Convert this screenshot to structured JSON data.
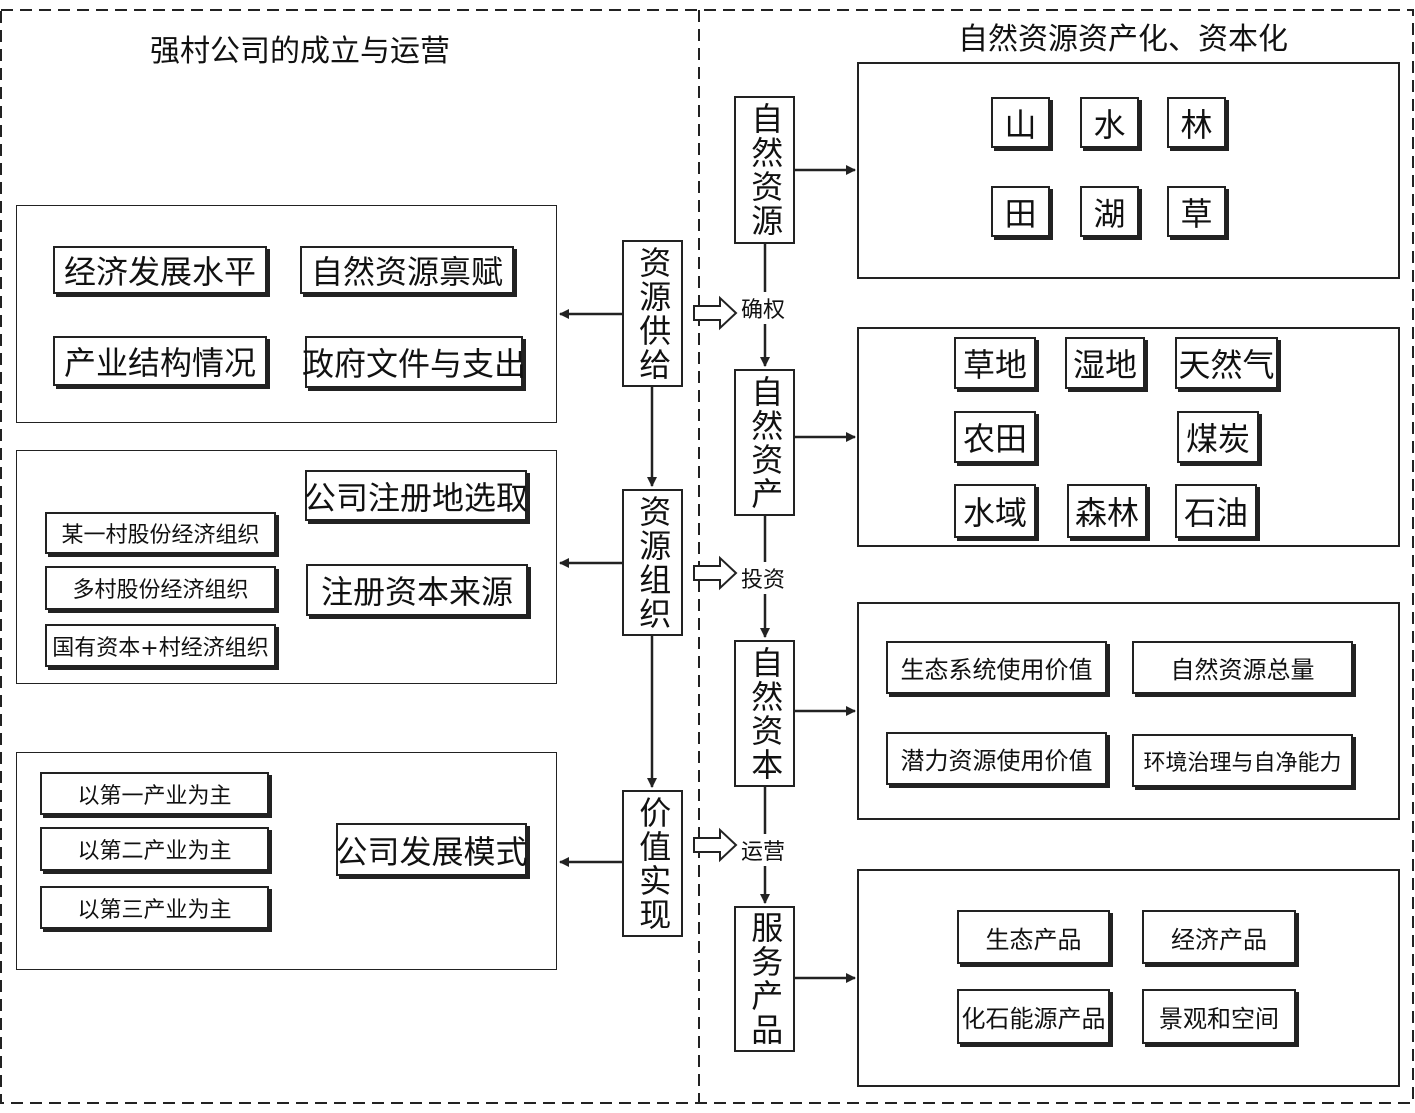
{
  "left": {
    "title": "强村公司的成立与运营",
    "panel1": {
      "items": [
        "经济发展水平",
        "自然资源禀赋",
        "产业结构情况",
        "政府文件与支出"
      ]
    },
    "panel2": {
      "site_label": "公司注册地选取",
      "capital_label": "注册资本来源",
      "sources": [
        "某一村股份经济组织",
        "多村股份经济组织",
        "国有资本+村经济组织"
      ]
    },
    "panel3": {
      "mode_label": "公司发展模式",
      "modes": [
        "以第一产业为主",
        "以第二产业为主",
        "以第三产业为主"
      ]
    }
  },
  "center": {
    "steps": [
      "资源供给",
      "资源组织",
      "价值实现"
    ]
  },
  "right": {
    "title": "自然资源资产化、资本化",
    "stages": [
      "自然资源",
      "自然资产",
      "自然资本",
      "服务产品"
    ],
    "transitions": [
      "确权",
      "投资",
      "运营"
    ],
    "resources": [
      "山",
      "水",
      "林",
      "田",
      "湖",
      "草"
    ],
    "assets": [
      "草地",
      "湿地",
      "天然气",
      "农田",
      "煤炭",
      "水域",
      "森林",
      "石油"
    ],
    "capital": [
      "生态系统使用价值",
      "自然资源总量",
      "潜力资源使用价值",
      "环境治理与自净能力"
    ],
    "products": [
      "生态产品",
      "经济产品",
      "化石能源产品",
      "景观和空间"
    ]
  }
}
